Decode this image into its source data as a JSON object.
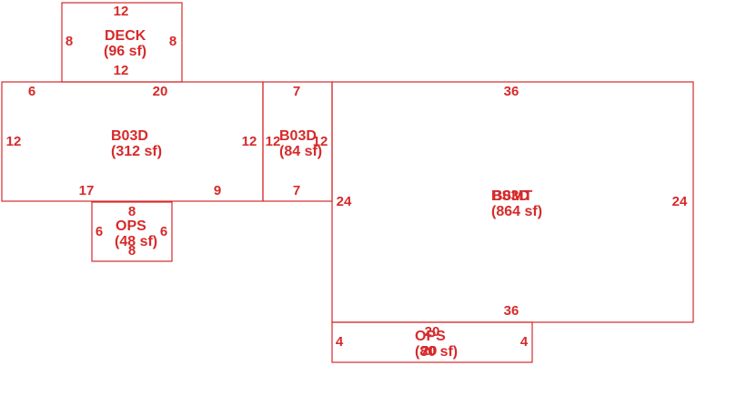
{
  "areas": [
    {
      "id": "deck",
      "name": "DECK",
      "area": "(96 sf)",
      "dims": [
        "12",
        "8",
        "8",
        "12"
      ]
    },
    {
      "id": "b03d-large",
      "name": "B03D",
      "area": "(312 sf)",
      "dims": [
        "6",
        "20",
        "12",
        "12",
        "17",
        "9"
      ]
    },
    {
      "id": "b03d-small",
      "name": "B03D",
      "area": "(84 sf)",
      "dims": [
        "7",
        "12",
        "12",
        "7"
      ]
    },
    {
      "id": "bsmt",
      "name": "BSMT",
      "overlay_name": "B03D",
      "area": "(864 sf)",
      "dims": [
        "36",
        "24",
        "24",
        "36"
      ]
    },
    {
      "id": "ops-small",
      "name": "OPS",
      "area": "(48 sf)",
      "dims": [
        "8",
        "6",
        "6",
        "8"
      ]
    },
    {
      "id": "ops-large",
      "name": "OPS",
      "area": "(80 sf)",
      "dims": [
        "20",
        "4",
        "4",
        "20"
      ]
    }
  ],
  "colors": {
    "stroke": "#d62a2a",
    "text": "#d62a2a",
    "background": "#ffffff"
  }
}
